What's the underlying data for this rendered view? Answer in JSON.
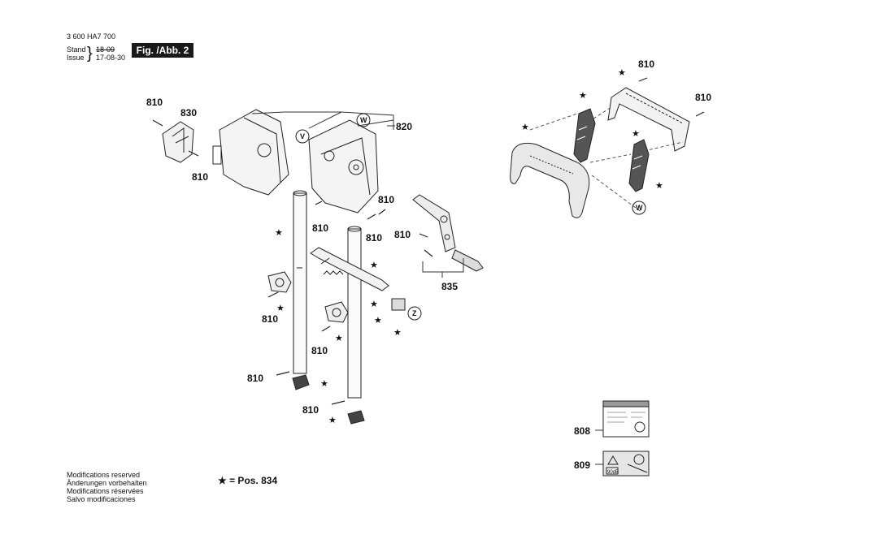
{
  "header": {
    "doc_number": "3 600 HA7 700",
    "stand_label": "Stand",
    "issue_label": "Issue",
    "stand_value": "18-09",
    "issue_value": "17-08-30",
    "figure_label": "Fig. /Abb. 2"
  },
  "footer": {
    "modifications": [
      "Modifications reserved",
      "Änderungen vorbehalten",
      "Modifications réservées",
      "Salvo modificaciones"
    ],
    "legend": "★ = Pos. 834"
  },
  "callouts": {
    "p810": "810",
    "p830": "830",
    "p820": "820",
    "p835": "835",
    "p808": "808",
    "p809": "809",
    "cV": "V",
    "cW": "W",
    "cZ": "Z"
  },
  "star_symbol": "★",
  "label_sticker": {
    "warning_text": "90dB"
  }
}
